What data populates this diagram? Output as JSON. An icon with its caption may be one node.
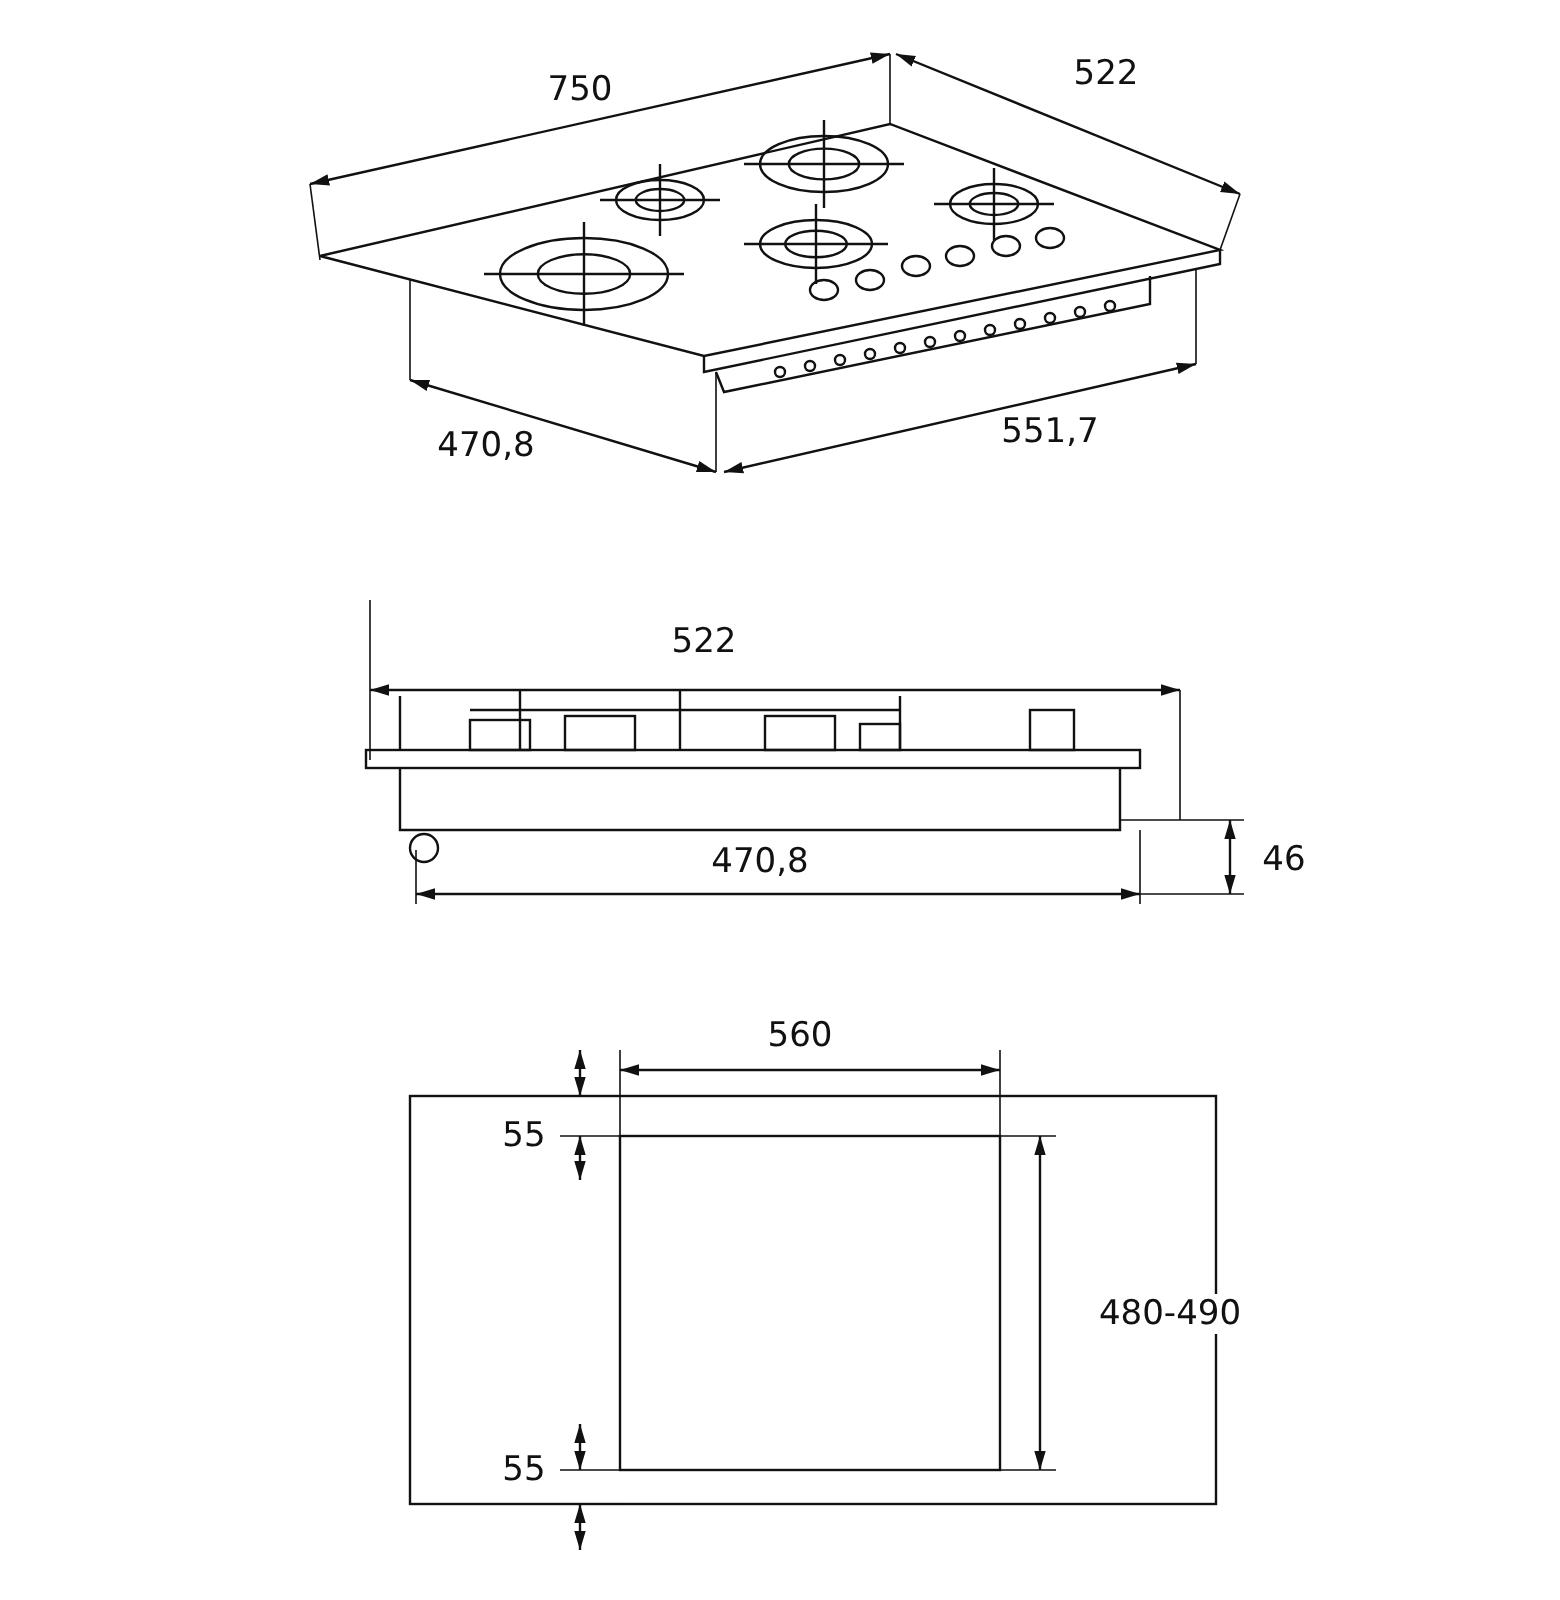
{
  "diagram": {
    "labels": [
      "750",
      "522",
      "470,8",
      "551,7",
      "522",
      "470,8",
      "46",
      "560",
      "55",
      "480-490",
      "55"
    ]
  }
}
